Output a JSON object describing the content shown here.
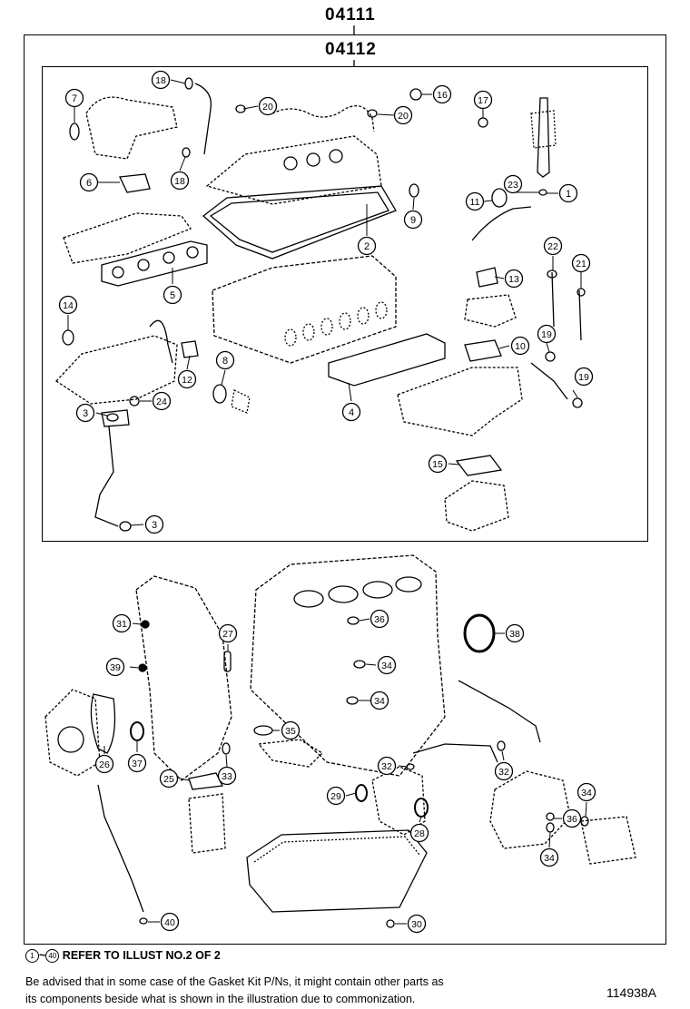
{
  "assembly_codes": {
    "outer": "04111",
    "inner": "04112"
  },
  "legend": {
    "range_start": "1",
    "separator": "~",
    "range_end": "40",
    "text": "REFER TO ILLUST NO.2 OF 2"
  },
  "notes": [
    "Be advised that in some case of the Gasket Kit P/Ns,  it might contain other parts as",
    "its components beside what is shown in the illustration due to commonization."
  ],
  "figure_number": "114938A",
  "callouts": [
    {
      "num": "18"
    },
    {
      "num": "20"
    },
    {
      "num": "20"
    },
    {
      "num": "16"
    },
    {
      "num": "17"
    },
    {
      "num": "7"
    },
    {
      "num": "6"
    },
    {
      "num": "18"
    },
    {
      "num": "23"
    },
    {
      "num": "1"
    },
    {
      "num": "11"
    },
    {
      "num": "9"
    },
    {
      "num": "2"
    },
    {
      "num": "22"
    },
    {
      "num": "21"
    },
    {
      "num": "13"
    },
    {
      "num": "5"
    },
    {
      "num": "14"
    },
    {
      "num": "19"
    },
    {
      "num": "10"
    },
    {
      "num": "8"
    },
    {
      "num": "12"
    },
    {
      "num": "24"
    },
    {
      "num": "19"
    },
    {
      "num": "3"
    },
    {
      "num": "4"
    },
    {
      "num": "15"
    },
    {
      "num": "3"
    },
    {
      "num": "31"
    },
    {
      "num": "36"
    },
    {
      "num": "38"
    },
    {
      "num": "27"
    },
    {
      "num": "39"
    },
    {
      "num": "34"
    },
    {
      "num": "34"
    },
    {
      "num": "26"
    },
    {
      "num": "37"
    },
    {
      "num": "35"
    },
    {
      "num": "25"
    },
    {
      "num": "33"
    },
    {
      "num": "32"
    },
    {
      "num": "32"
    },
    {
      "num": "29"
    },
    {
      "num": "28"
    },
    {
      "num": "34"
    },
    {
      "num": "36"
    },
    {
      "num": "34"
    },
    {
      "num": "40"
    },
    {
      "num": "30"
    }
  ]
}
